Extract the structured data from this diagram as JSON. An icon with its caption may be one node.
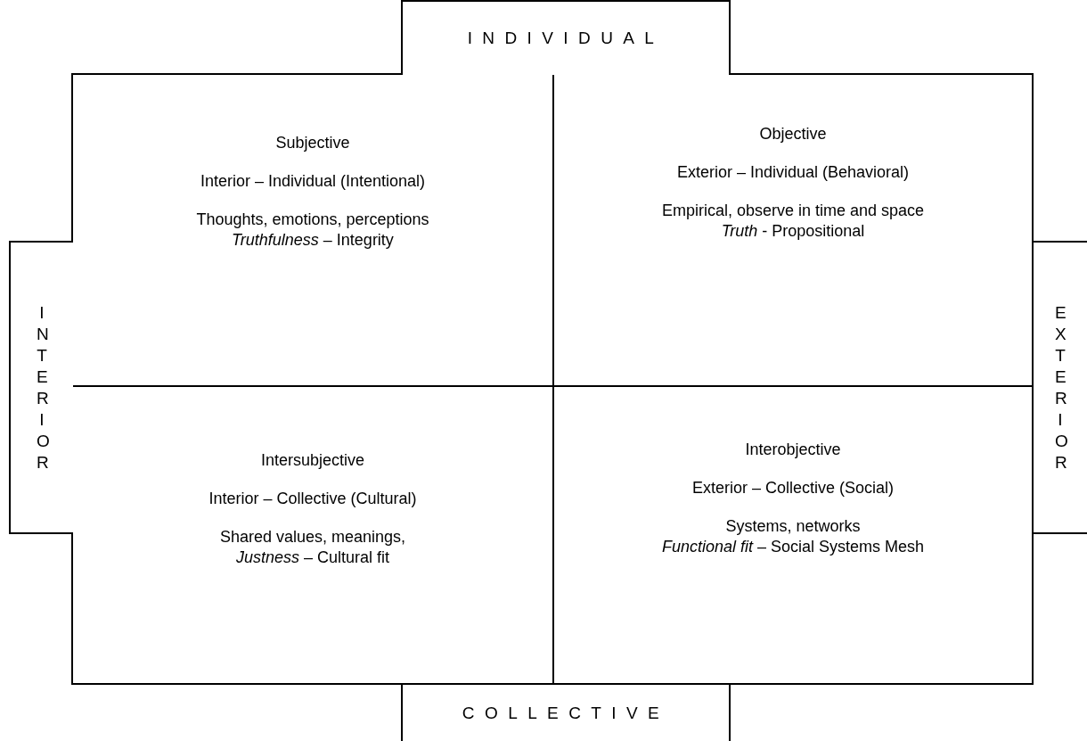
{
  "diagram": {
    "nodes": [
      {
        "text": [
          "INDIVIDUAL"
        ]
      },
      {
        "text": [
          "Subjective",
          "Interior – Individual (Intentional)",
          "Thoughts, emotions, perceptions",
          "*Truthfulness* – Integrity"
        ]
      },
      {
        "text": [
          "Objective",
          "Exterior – Individual (Behavioral)",
          "Empirical, observe in time and space",
          "*Truth* - Propositional"
        ]
      },
      {
        "text": [
          "INTERIOR"
        ]
      },
      {
        "text": [
          "EXTERIOR"
        ]
      },
      {
        "text": [
          "Intersubjective",
          "Interior – Collective (Cultural)",
          "Shared values, meanings,",
          "*Justness* – Cultural fit"
        ]
      },
      {
        "text": [
          "Interobjective",
          "Exterior – Collective (Social)",
          "Systems, networks",
          "*Functional fit* – Social Systems Mesh"
        ]
      },
      {
        "text": [
          "COLLECTIVE"
        ]
      }
    ]
  }
}
